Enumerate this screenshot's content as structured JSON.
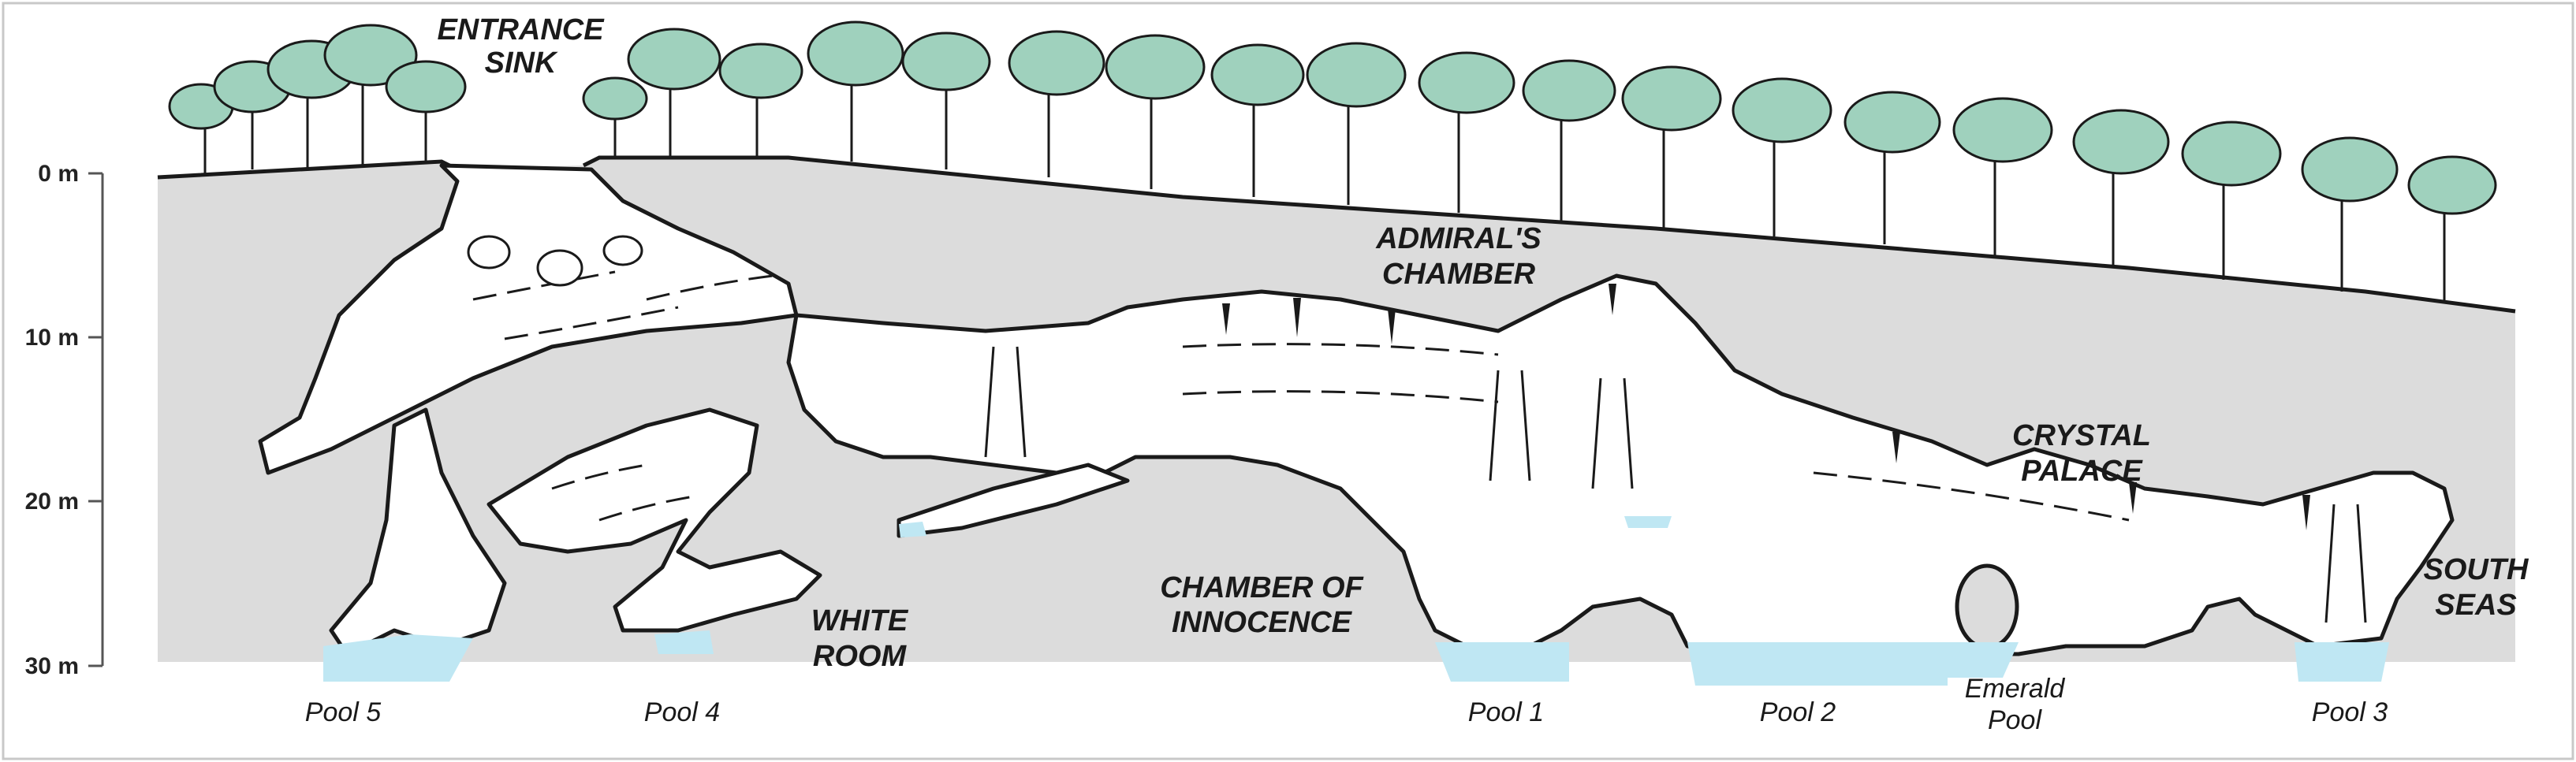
{
  "depth_axis": {
    "ticks": [
      "0 m",
      "10 m",
      "20 m",
      "30 m"
    ]
  },
  "labels": {
    "entrance": "ENTRANCE",
    "sink": "SINK",
    "admirals": "ADMIRAL'S",
    "chamber": "CHAMBER",
    "crystal": "CRYSTAL",
    "palace": "PALACE",
    "chamber_of": "CHAMBER OF",
    "innocence": "INNOCENCE",
    "white": "WHITE",
    "room": "ROOM",
    "south": "SOUTH",
    "seas": "SEAS"
  },
  "pools": {
    "pool5": "Pool 5",
    "pool4": "Pool 4",
    "pool1": "Pool 1",
    "pool2": "Pool 2",
    "emerald_1": "Emerald",
    "emerald_2": "Pool",
    "pool3": "Pool 3"
  },
  "colors": {
    "rock": "#dcdcdc",
    "cave": "#ffffff",
    "water": "#bfe7f3",
    "foliage": "#9fd1bd",
    "outline": "#1a1a1a"
  }
}
